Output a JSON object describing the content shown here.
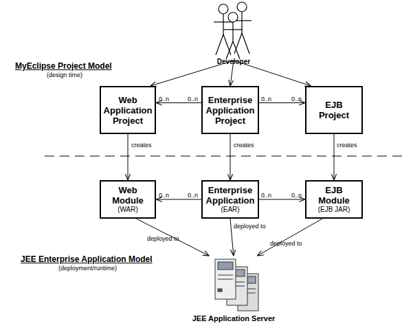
{
  "diagram": {
    "nodes": [
      {
        "text": [
          "Developer"
        ]
      },
      {
        "text": [
          "Web Application Project"
        ]
      },
      {
        "text": [
          "Enterprise Application Project"
        ]
      },
      {
        "text": [
          "EJB Project"
        ]
      },
      {
        "text": [
          "Web Module",
          "(WAR)"
        ]
      },
      {
        "text": [
          "Enterprise Application",
          "(EAR)"
        ]
      },
      {
        "text": [
          "EJB Module",
          "(EJB JAR)"
        ]
      },
      {
        "text": [
          "JEE Application Server"
        ]
      }
    ],
    "edges": [
      {
        "from": 0,
        "to": 1,
        "arrow": "to"
      },
      {
        "from": 0,
        "to": 2,
        "arrow": "to"
      },
      {
        "from": 0,
        "to": 3,
        "arrow": "to"
      },
      {
        "from": 2,
        "to": 1,
        "arrow": "to"
      },
      {
        "from": 2,
        "to": 3,
        "arrow": "to"
      },
      {
        "from": 1,
        "to": 4,
        "label": "creates",
        "arrow": "to"
      },
      {
        "from": 2,
        "to": 5,
        "label": "creates",
        "arrow": "to"
      },
      {
        "from": 3,
        "to": 6,
        "label": "creates",
        "arrow": "to"
      },
      {
        "from": 5,
        "to": 4,
        "arrow": "to"
      },
      {
        "from": 5,
        "to": 6,
        "arrow": "to"
      },
      {
        "from": 4,
        "to": 7,
        "label": "deployed to",
        "arrow": "to"
      },
      {
        "from": 5,
        "to": 7,
        "label": "deployed to",
        "arrow": "to"
      },
      {
        "from": 6,
        "to": 7,
        "label": "deployed to",
        "arrow": "to"
      }
    ],
    "labels": [
      "MyEclipse Project Model",
      "(design time)",
      "0..n",
      "0..n",
      "0..n",
      "0..n",
      "0..n",
      "0..n",
      "0..n",
      "0..n",
      "JEE Enterprise Application Model",
      "(deployment/runtime)"
    ]
  }
}
